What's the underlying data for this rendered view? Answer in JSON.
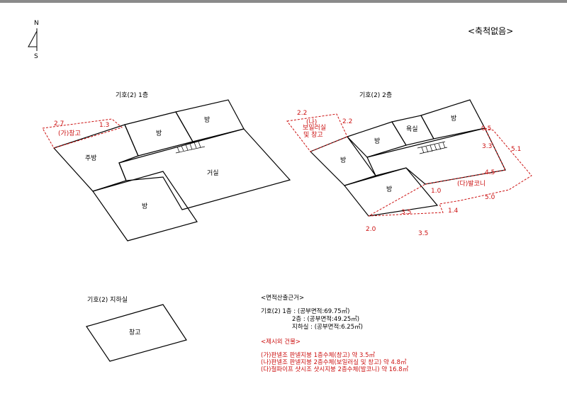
{
  "compass": {
    "north": "N",
    "south": "S"
  },
  "scale_note": "<축척없음>",
  "floor1": {
    "title": "기호(2) 1층",
    "rooms": {
      "kitchen": "주방",
      "room_top": "방",
      "room_right": "방",
      "living": "거실",
      "room_bottom": "방"
    },
    "annex_label": "(가)창고",
    "dims": {
      "a": "2.7",
      "b": "1.3"
    }
  },
  "floor2": {
    "title": "기호(2) 2층",
    "rooms": {
      "room_left": "방",
      "room_mid": "방",
      "bath": "욕실",
      "room_right": "방",
      "room_bottom": "방"
    },
    "annex_label_1": "(나)",
    "annex_label_2": "보일러실",
    "annex_label_3": "및 창고",
    "balcony": "(다)발코니",
    "dims": {
      "d1": "2.2",
      "d2": "2.2",
      "d3": "0.5",
      "d4": "3.3",
      "d5": "5.1",
      "d6": "4.5",
      "d7": "1.0",
      "d8": "5.0",
      "d9": "1.4",
      "d10": "3.5",
      "d11": "2.0",
      "d12": "3.5"
    }
  },
  "basement": {
    "title": "기호(2) 지하실",
    "room": "창고"
  },
  "area_basis": {
    "title": "<면적산출근거>",
    "line1": "기호(2)  1층  :  (공부면적:69.75㎡)",
    "line2": "2층  :  (공부면적:49.25㎡)",
    "line3": "지하실  :  (공부면적:6.25㎡)"
  },
  "excluded": {
    "title": "<제시외 건물>",
    "line1": "(가)판넬조 판넬지붕 1층수체(창고) 약 3.5㎡",
    "line2": "(나)판넬조 판넬지붕 2층수체(보일러실 및 창고) 약 4.8㎡",
    "line3": "(다)철파이프 샷시조 샷시지붕 2층수체(발코니) 약 16.8㎡"
  },
  "colors": {
    "line": "#000000",
    "annex": "#cc1111",
    "background": "#ffffff"
  }
}
